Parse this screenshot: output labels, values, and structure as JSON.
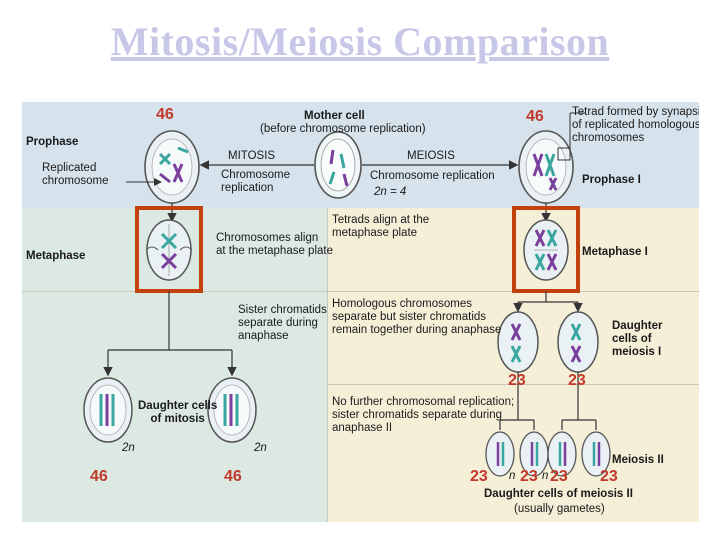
{
  "title": "Mitosis/Meiosis Comparison",
  "counts": {
    "mitosis_top": "46",
    "meiosis_top": "46",
    "meiosis1_left": "23",
    "meiosis1_right": "23",
    "mitosis_daughter_left": "46",
    "mitosis_daughter_right": "46",
    "meiosis2_cells": [
      "23",
      "23",
      "23",
      "23"
    ]
  },
  "labels": {
    "prophase": "Prophase",
    "replicated_chromosome": [
      "Replicated",
      "chromosome"
    ],
    "mother_cell": "Mother cell",
    "mother_cell_sub": "(before chromosome replication)",
    "mitosis": "MITOSIS",
    "mitosis_sub": [
      "Chromosome",
      "replication"
    ],
    "meiosis": "MEIOSIS",
    "meiosis_sub": "Chromosome replication",
    "two_n_equals_4": "2n = 4",
    "tetrad": [
      "Tetrad formed by synapsis",
      "of replicated homologous",
      "chromosomes"
    ],
    "prophase_i": "Prophase I",
    "metaphase": "Metaphase",
    "chrom_align": [
      "Chromosomes align",
      "at the metaphase plate"
    ],
    "tetrads_align": [
      "Tetrads align at the",
      "metaphase plate"
    ],
    "metaphase_i": "Metaphase I",
    "sister_sep": [
      "Sister chromatids",
      "separate during",
      "anaphase"
    ],
    "homologous_sep": [
      "Homologous chromosomes",
      "separate but sister chromatids",
      "remain together during anaphase"
    ],
    "daughter_meiosis_i": [
      "Daughter",
      "cells of",
      "meiosis I"
    ],
    "no_further": [
      "No further chromosomal replication;",
      "sister chromatids separate during",
      "anaphase II"
    ],
    "daughter_mitosis": [
      "Daughter cells",
      "of mitosis"
    ],
    "two_n": "2n",
    "n": "n",
    "meiosis_ii": "Meiosis II",
    "daughter_meiosis_ii": "Daughter cells of meiosis II",
    "usually_gametes": "(usually gametes)"
  },
  "colors": {
    "row1": "#d6e3ec",
    "mitosis_bg": "#dce9e3",
    "meiosis_bg": "#f6efd8",
    "highlight": "#c2410c",
    "chrom_purple": "#7b3f9e",
    "chrom_teal": "#3aa6a0",
    "number": "#c0392b",
    "title": "#c7c7e8"
  }
}
